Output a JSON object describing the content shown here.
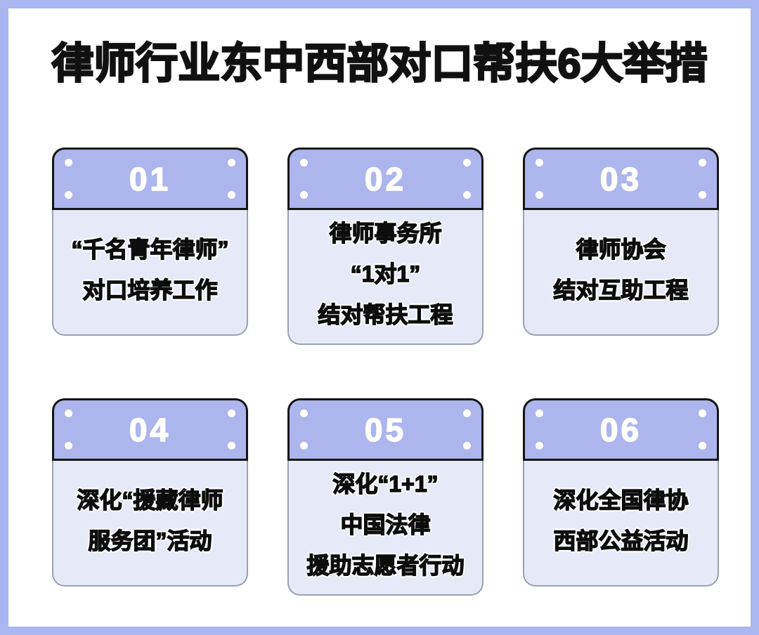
{
  "title": "律师行业东中西部对口帮扶6大举措",
  "colors": {
    "frame_border": "#a9b6f0",
    "canvas_background": "#ffffff",
    "card_header_fill": "#acb6ec",
    "card_header_border": "#151515",
    "card_body_fill": "#e6e9f8",
    "card_body_border": "#9aa1b0",
    "number_text": "#ffffff",
    "body_text": "#0d0d0d",
    "title_text": "#111111"
  },
  "cards": [
    {
      "number": "01",
      "lines": [
        "“千名青年律师”",
        "对口培养工作"
      ]
    },
    {
      "number": "02",
      "lines": [
        "律师事务所",
        "“1对1”",
        "结对帮扶工程"
      ]
    },
    {
      "number": "03",
      "lines": [
        "律师协会",
        "结对互助工程"
      ]
    },
    {
      "number": "04",
      "lines": [
        "深化“援藏律师",
        "服务团”活动"
      ]
    },
    {
      "number": "05",
      "lines": [
        "深化“1+1”",
        "中国法律",
        "援助志愿者行动"
      ]
    },
    {
      "number": "06",
      "lines": [
        "深化全国律协",
        "西部公益活动"
      ]
    }
  ]
}
